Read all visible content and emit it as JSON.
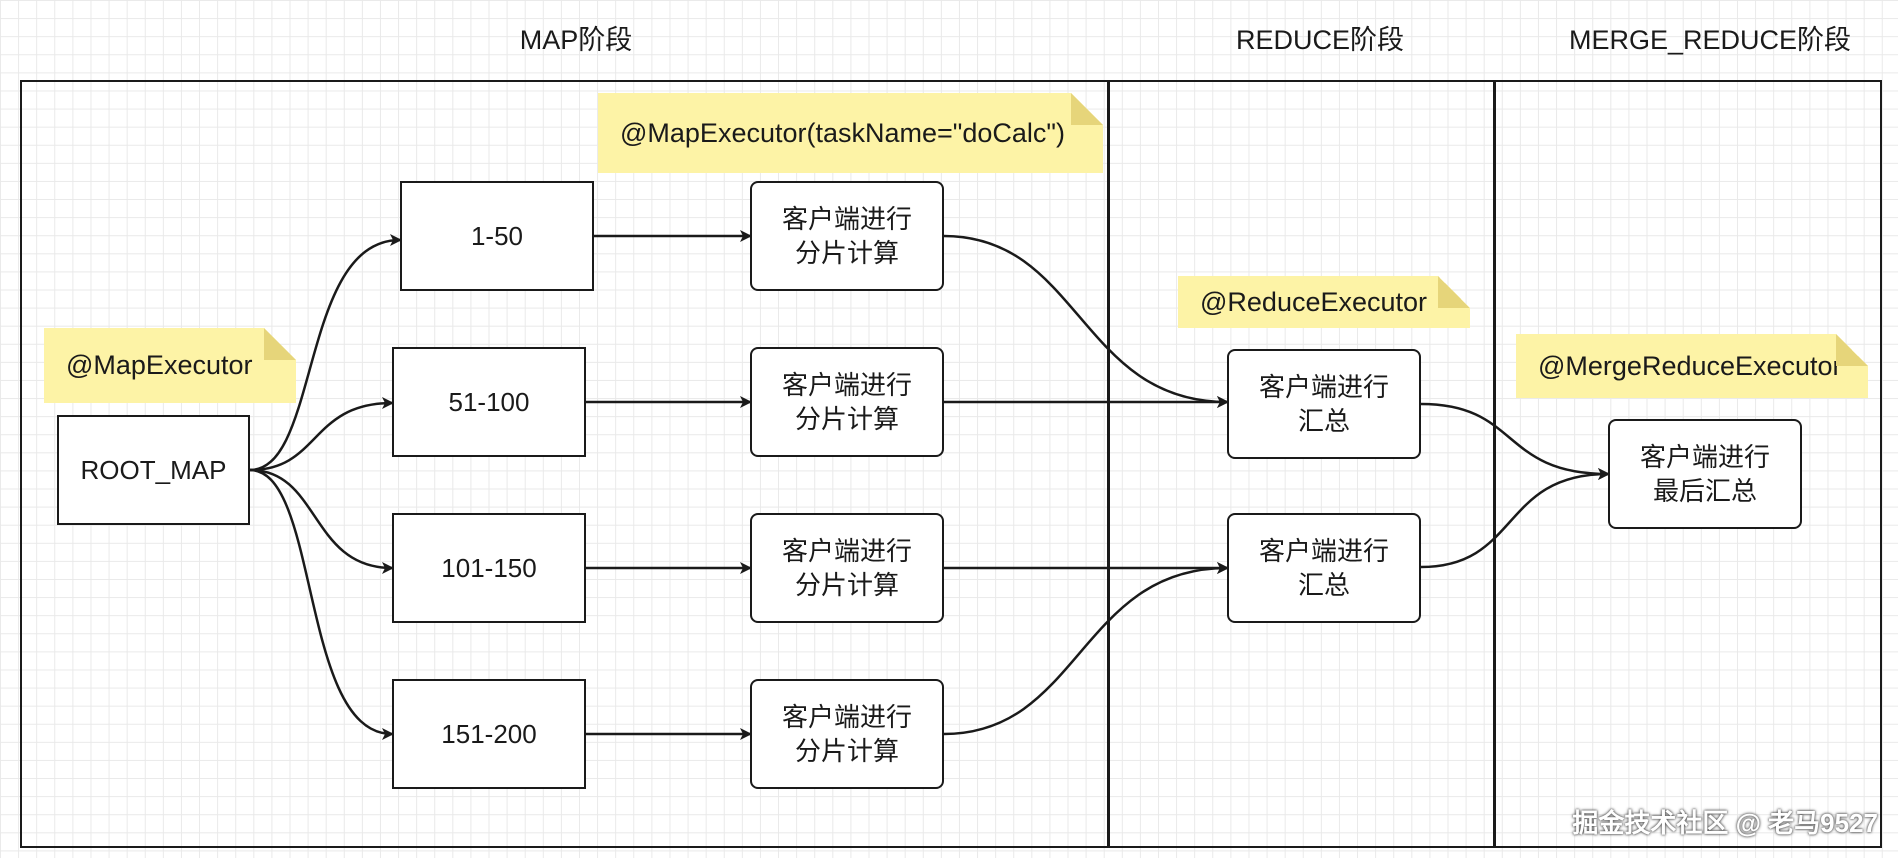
{
  "phases": {
    "map": "MAP阶段",
    "reduce": "REDUCE阶段",
    "merge_reduce": "MERGE_REDUCE阶段"
  },
  "notes": {
    "map_executor": "@MapExecutor",
    "map_executor_task": "@MapExecutor(taskName=\"doCalc\")",
    "reduce_executor": "@ReduceExecutor",
    "merge_reduce_executor": "@MergeReduceExecutor"
  },
  "nodes": {
    "root": "ROOT_MAP",
    "ranges": [
      "1-50",
      "51-100",
      "101-150",
      "151-200"
    ],
    "calc": [
      {
        "line1": "客户端进行",
        "line2": "分片计算"
      },
      {
        "line1": "客户端进行",
        "line2": "分片计算"
      },
      {
        "line1": "客户端进行",
        "line2": "分片计算"
      },
      {
        "line1": "客户端进行",
        "line2": "分片计算"
      }
    ],
    "reduce": [
      {
        "line1": "客户端进行",
        "line2": "汇总"
      },
      {
        "line1": "客户端进行",
        "line2": "汇总"
      }
    ],
    "merge": {
      "line1": "客户端进行",
      "line2": "最后汇总"
    }
  },
  "watermark": "掘金技术社区 @ 老马9527",
  "colors": {
    "note_fill": "#fdf3a6",
    "stroke": "#1a1a1a",
    "grid": "#e9e9e9"
  }
}
